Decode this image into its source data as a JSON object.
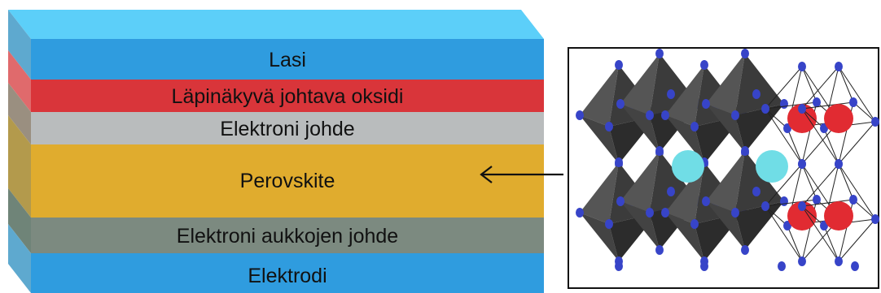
{
  "layers": [
    {
      "label": "Lasi",
      "front": "#2f9cdf",
      "side": "#5ea9cf"
    },
    {
      "label": "Läpinäkyvä johtava oksidi",
      "front": "#d9353a",
      "side": "#e06a6c"
    },
    {
      "label": "Elektroni johde",
      "front": "#b9bcbd",
      "side": "#9a8f80"
    },
    {
      "label": "Perovskite",
      "front": "#e0ac2e",
      "side": "#b39a4c"
    },
    {
      "label": "Elektroni aukkojen johde",
      "front": "#7c8a80",
      "side": "#6f8478"
    },
    {
      "label": "Elektrodi",
      "front": "#2f9cdf",
      "side": "#5ea9cf"
    }
  ],
  "top_color": "#5ccff9",
  "atoms": {
    "vertex_color": "#3744c8",
    "a_site_color": "#70dde6",
    "b_site_color": "#e12b32",
    "octahedron_color": "#4a4a4a"
  }
}
